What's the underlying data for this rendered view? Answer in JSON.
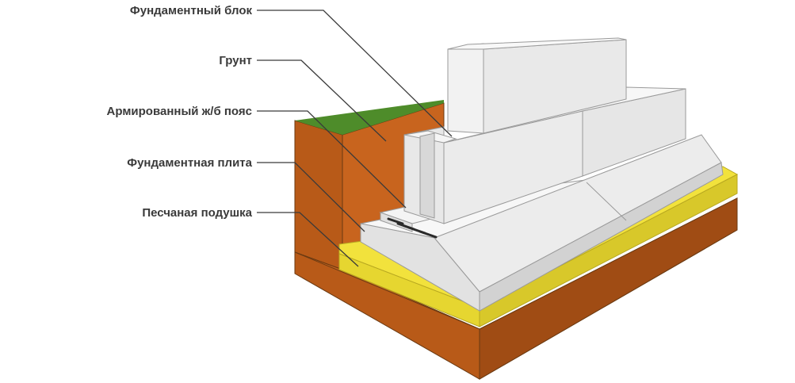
{
  "labels": {
    "block": "Фундаментный блок",
    "soil": "Грунт",
    "belt": "Армированный ж/б пояс",
    "slab": "Фундаментная плита",
    "sand": "Песчаная подушка"
  },
  "colors": {
    "soil": "#c8641e",
    "soil_dark": "#a04c14",
    "grass": "#4e8c2a",
    "sand": "#f2e23c",
    "sand_dark": "#d8c82a",
    "concrete_light": "#f7f7f7",
    "concrete_mid": "#e6e6e6",
    "concrete_dark": "#d2d2d2",
    "rebar": "#2a2a2a"
  }
}
